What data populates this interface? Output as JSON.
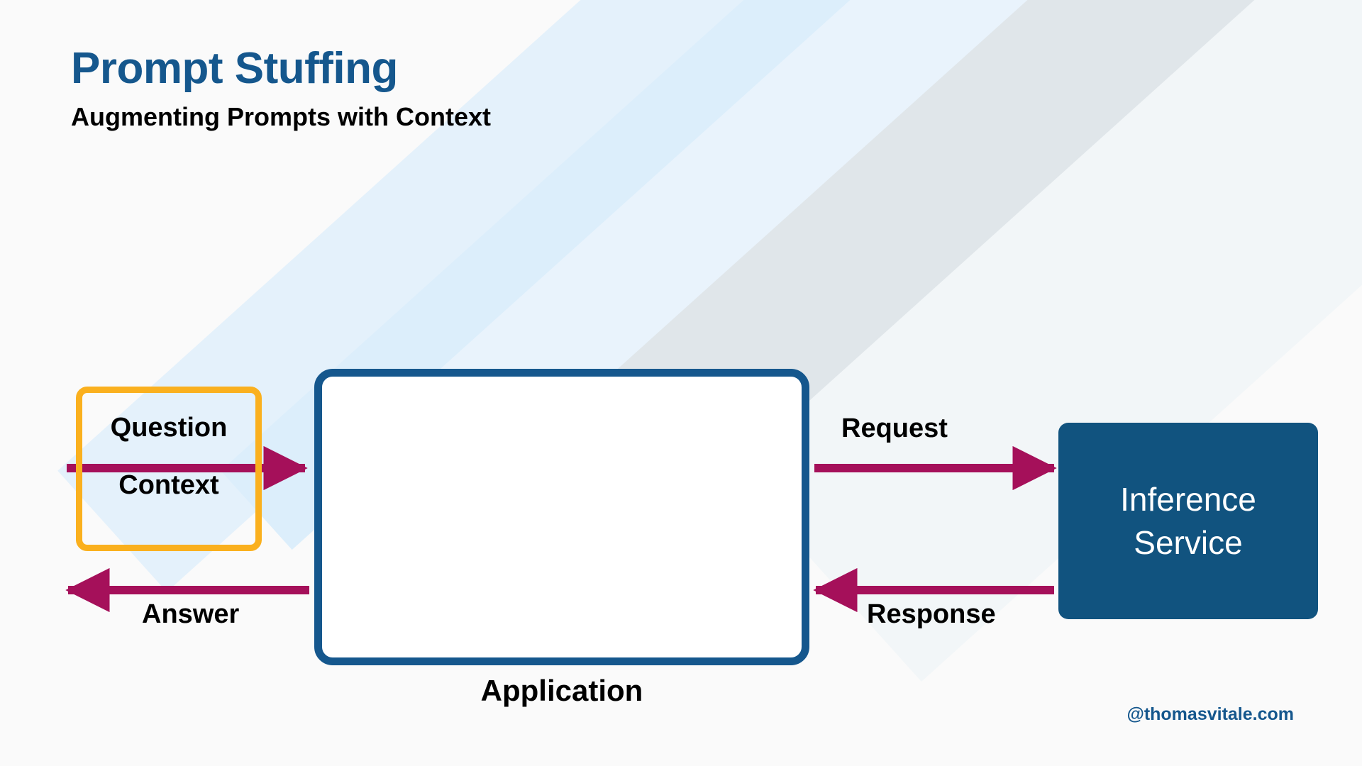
{
  "header": {
    "title": "Prompt Stuffing",
    "subtitle": "Augmenting Prompts with Context"
  },
  "diagram": {
    "prompt_box": {
      "question_label": "Question",
      "context_label": "Context",
      "border_color": "#fab01e"
    },
    "application_box": {
      "label": "Application",
      "border_color": "#15578d",
      "fill_color": "#ffffff"
    },
    "inference_box": {
      "line1": "Inference",
      "line2": "Service",
      "fill_color": "#11537f",
      "text_color": "#ffffff"
    },
    "flows": [
      {
        "name": "request",
        "label": "Request",
        "color": "#a5105a",
        "direction": "right"
      },
      {
        "name": "response",
        "label": "Response",
        "color": "#a5105a",
        "direction": "left"
      },
      {
        "name": "answer",
        "label": "Answer",
        "color": "#a5105a",
        "direction": "left"
      },
      {
        "name": "internal-forward",
        "label": "",
        "color": "#0a7a0a",
        "direction": "right"
      },
      {
        "name": "internal-return",
        "label": "",
        "color": "#0a7a0a",
        "direction": "left"
      }
    ]
  },
  "colors": {
    "accent_blue": "#15578d",
    "inference_blue": "#11537f",
    "amber": "#fab01e",
    "magenta": "#a5105a",
    "green": "#0a7a0a",
    "background": "#fafafa"
  },
  "watermark": "@thomasvitale.com"
}
